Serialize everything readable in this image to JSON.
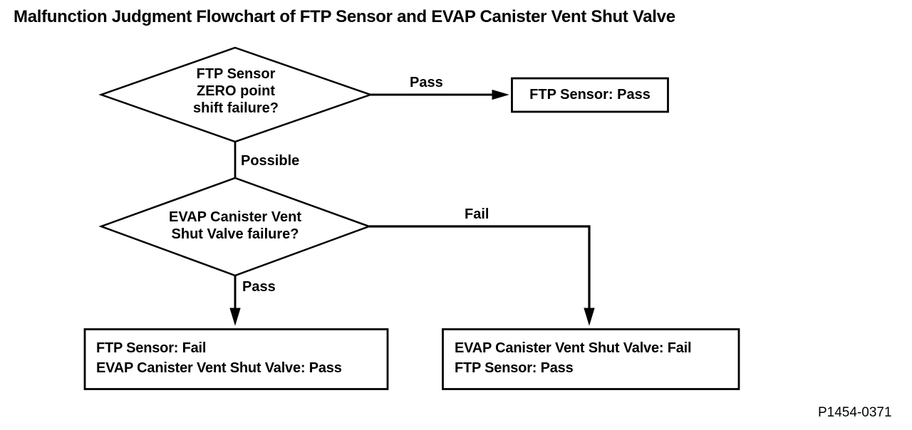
{
  "page": {
    "title": "Malfunction Judgment Flowchart of FTP Sensor and EVAP Canister Vent Shut Valve",
    "figure_id": "P1454-0371",
    "background_color": "#ffffff",
    "line_color": "#000000"
  },
  "flowchart": {
    "decision1": {
      "lines": [
        "FTP Sensor",
        "ZERO point",
        "shift failure?"
      ]
    },
    "decision2": {
      "lines": [
        "EVAP Canister Vent",
        "Shut Valve failure?"
      ]
    },
    "edge_labels": {
      "decision1_pass": "Pass",
      "decision1_possible": "Possible",
      "decision2_fail": "Fail",
      "decision2_pass": "Pass"
    },
    "result_top": {
      "line1": "FTP Sensor: Pass"
    },
    "result_bottom_left": {
      "lines": [
        "FTP Sensor: Fail",
        "EVAP Canister Vent Shut Valve: Pass"
      ]
    },
    "result_bottom_right": {
      "lines": [
        "EVAP Canister Vent Shut Valve: Fail",
        "FTP Sensor: Pass"
      ]
    }
  }
}
